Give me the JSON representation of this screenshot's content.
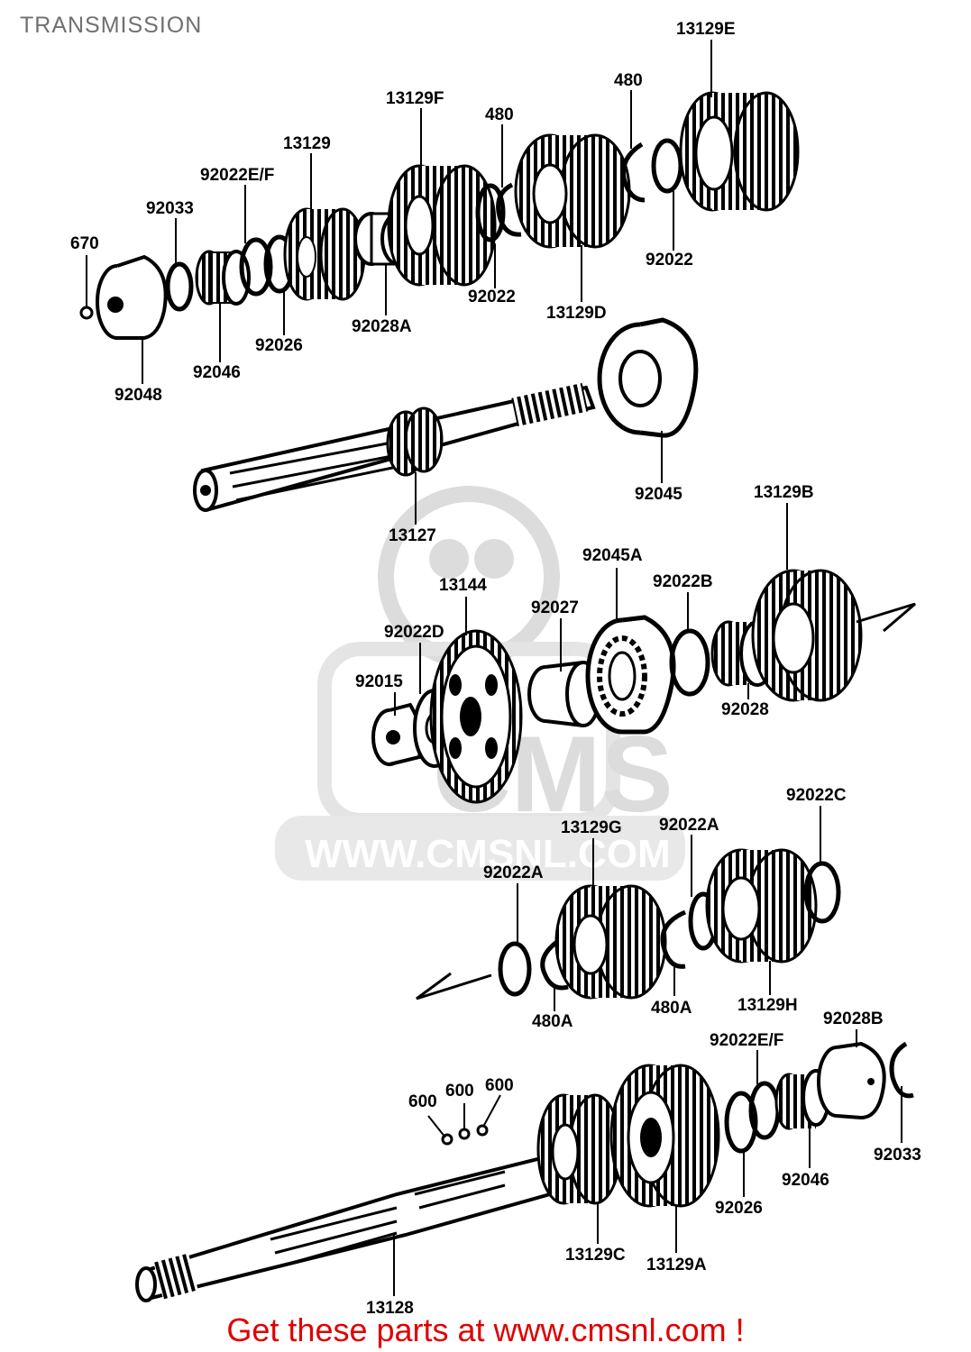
{
  "title": "TRANSMISSION",
  "watermark": {
    "brand": "CMS",
    "url": "WWW.CMSNL.COM"
  },
  "footer": {
    "cta": "Get these parts at www.cmsnl.com !"
  },
  "part_labels": {
    "p13129E": "13129E",
    "p480_top": "480",
    "p13129F": "13129F",
    "p480_mid": "480",
    "p13129": "13129",
    "p92022EF_top": "92022E/F",
    "p92033_top": "92033",
    "p670": "670",
    "p92022_mid": "92022",
    "p92022_right": "92022",
    "p13129D": "13129D",
    "p92028A": "92028A",
    "p92026_top": "92026",
    "p92046_top": "92046",
    "p92048": "92048",
    "p92045": "92045",
    "p13127": "13127",
    "p13129B": "13129B",
    "p92045A": "92045A",
    "p92022B": "92022B",
    "p13144": "13144",
    "p92027": "92027",
    "p92022D": "92022D",
    "p92015": "92015",
    "p92028": "92028",
    "p92022C": "92022C",
    "p13129G": "13129G",
    "p92022A_top": "92022A",
    "p92022A_left": "92022A",
    "p480A_left": "480A",
    "p480A_right": "480A",
    "p13129H": "13129H",
    "p92028B": "92028B",
    "p92022EF_bottom": "92022E/F",
    "p600_a": "600",
    "p600_b": "600",
    "p600_c": "600",
    "p92033_bottom": "92033",
    "p92046_bottom": "92046",
    "p92026_bottom": "92026",
    "p13129C": "13129C",
    "p13129A": "13129A",
    "p13128": "13128"
  }
}
